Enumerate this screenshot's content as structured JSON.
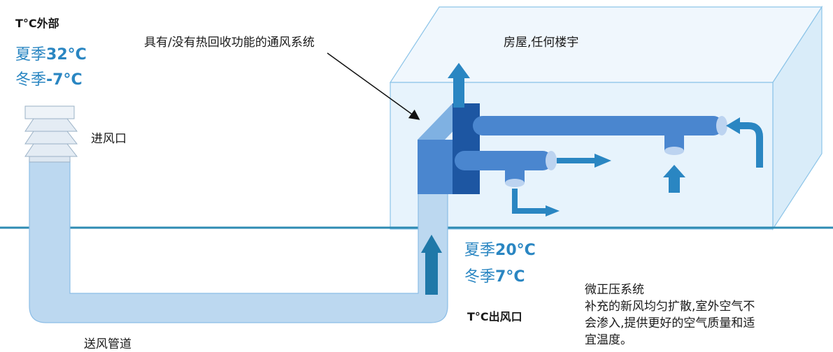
{
  "outside": {
    "label": "T°C外部",
    "summer_prefix": "夏季",
    "summer_value": "32°C",
    "winter_prefix": "冬季",
    "winter_value": "-7°C"
  },
  "labels": {
    "ventilation_system": "具有/没有热回收功能的通风系统",
    "building": "房屋,任何楼宇",
    "air_inlet": "进风口",
    "supply_duct": "送风管道",
    "outlet": "T°C出风口"
  },
  "outlet_temps": {
    "summer_prefix": "夏季",
    "summer_value": "20°C",
    "winter_prefix": "冬季",
    "winter_value": "7°C"
  },
  "pressure_note": {
    "title": "微正压系统",
    "line1": "补充的新风均匀扩散,室外空气不",
    "line2": "会渗入,提供更好的空气质量和适",
    "line3": "宜温度。"
  },
  "colors": {
    "accent": "#2a86c2",
    "duct_fill": "#bcd8f0",
    "box_fill": "#e6f2fb",
    "box_edge": "#8cc4e8",
    "unit_dark": "#1f5fae",
    "unit_mid": "#4a86cf",
    "ground_line": "#2e8bb3"
  }
}
